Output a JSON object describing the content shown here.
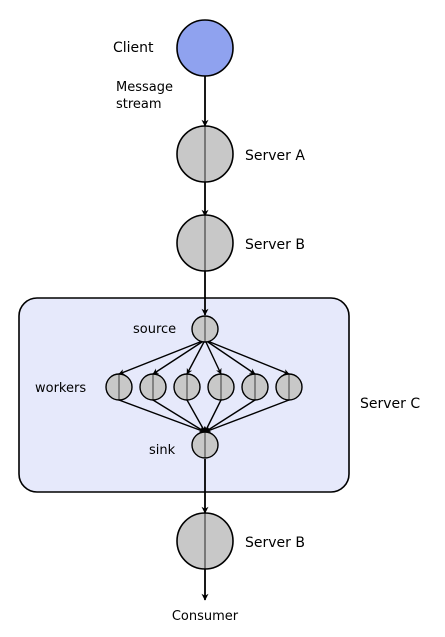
{
  "colors": {
    "client_fill": "#8fa2ef",
    "node_fill": "#c8c8c8",
    "container_fill": "#e6e9fb",
    "stroke": "#000000"
  },
  "labels": {
    "client": "Client",
    "message_line1": "Message",
    "message_line2": "stream",
    "server_a": "Server A",
    "server_b_top": "Server B",
    "server_c": "Server C",
    "source": "source",
    "workers": "workers",
    "sink": "sink",
    "server_b_bottom": "Server B",
    "consumer": "Consumer"
  },
  "worker_count": 6
}
